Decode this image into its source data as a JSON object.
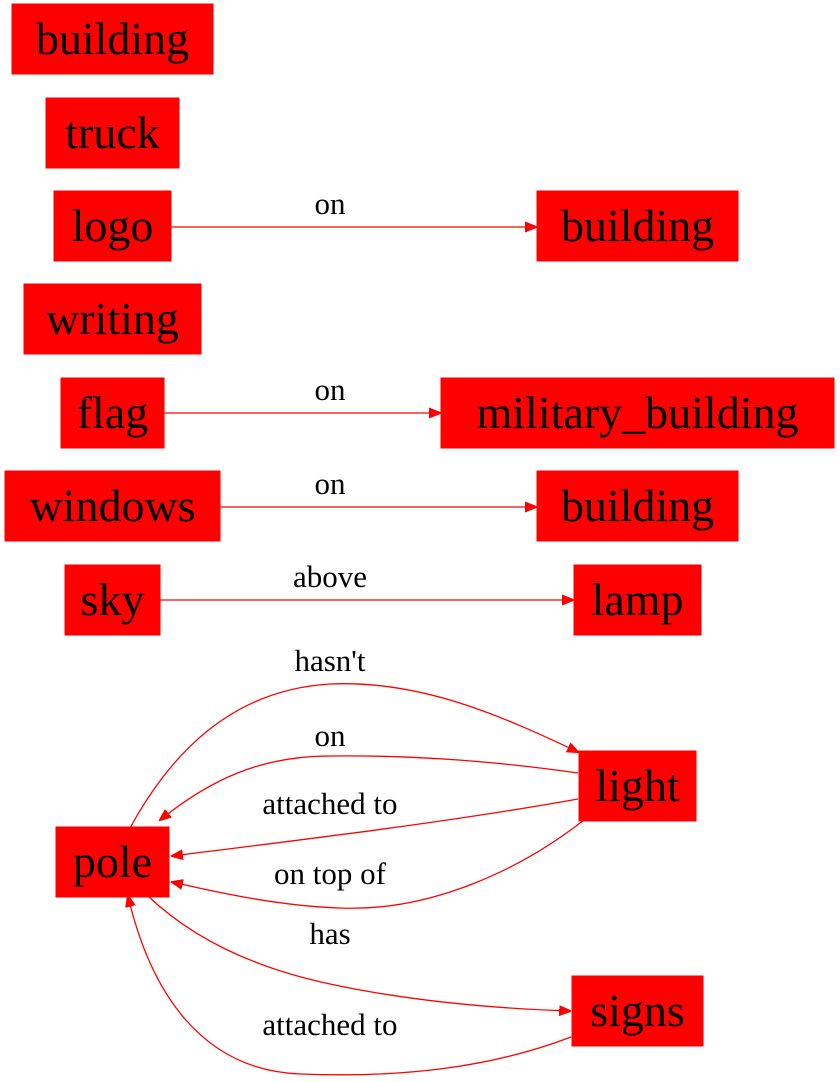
{
  "colors": {
    "node_fill": "#ff0000",
    "edge": "#ff0000",
    "text": "#000000"
  },
  "nodes": {
    "building_1": "building",
    "truck": "truck",
    "logo": "logo",
    "building_2": "building",
    "writing": "writing",
    "flag": "flag",
    "military_building": "military_building",
    "windows": "windows",
    "building_3": "building",
    "sky": "sky",
    "lamp": "lamp",
    "light": "light",
    "pole": "pole",
    "signs": "signs"
  },
  "edges": {
    "logo_building": "on",
    "flag_military_building": "on",
    "windows_building": "on",
    "sky_lamp": "above",
    "pole_light_hasnt": "hasn't",
    "light_pole_on": "on",
    "light_pole_attached": "attached to",
    "light_pole_ontop": "on top of",
    "pole_signs_has": "has",
    "signs_pole_attached": "attached to"
  }
}
